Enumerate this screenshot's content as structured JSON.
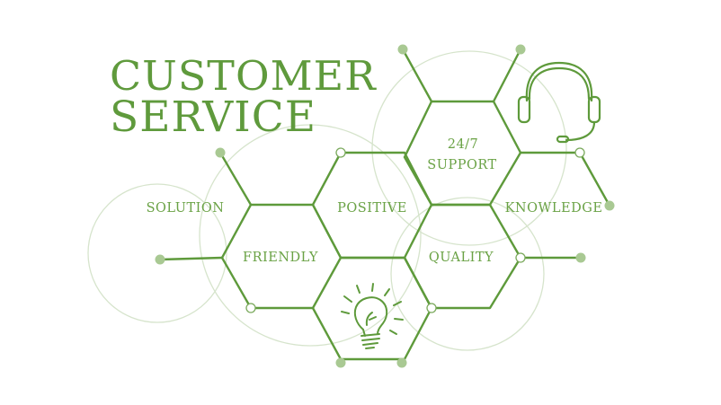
{
  "title": {
    "line1": "CUSTOMER",
    "line2": "SERVICE"
  },
  "cells": {
    "support_line1": "24/7",
    "support_line2": "SUPPORT",
    "knowledge": "KNOWLEDGE",
    "solution": "SOLUTION",
    "positive": "POSITIVE",
    "friendly": "FRIENDLY",
    "quality": "QUALITY"
  },
  "icons": {
    "headset": "headset-icon",
    "lightbulb": "lightbulb-icon"
  },
  "colors": {
    "primary": "#5f9a3c",
    "line": "#5e9a3b",
    "circle": "#d3e2c8",
    "dot": "#a9c993"
  }
}
